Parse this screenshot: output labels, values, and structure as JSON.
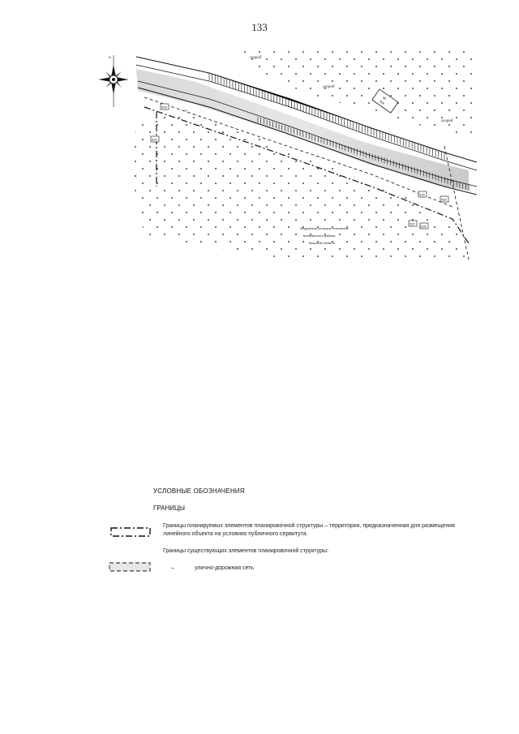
{
  "page": {
    "number": "133"
  },
  "map": {
    "labels": {
      "garden_1": "огород",
      "garden_2": "огород",
      "garden_3": "огород",
      "north": "N",
      "building": "КЖ",
      "building_number": "58"
    },
    "settlement_note": [
      "Медынское сельское поселение",
      "Калязинского района",
      "Тверской области"
    ],
    "points": [
      "534",
      "533",
      "535",
      "536",
      "537",
      "538"
    ]
  },
  "legend": {
    "title": "УСЛОВНЫЕ ОБОЗНАЧЕНИЯ",
    "subtitle": "ГРАНИЦЫ",
    "item1_text": "Границы планируемых элементов планировочной структуры – территория, предназначенная для размещения линейного объекта на условиях публичного сервитута.",
    "item2_header": "Границы существующих элементов планировочной структуры:",
    "item2_dash": "–",
    "item2_text": "улично-дорожная сеть"
  }
}
